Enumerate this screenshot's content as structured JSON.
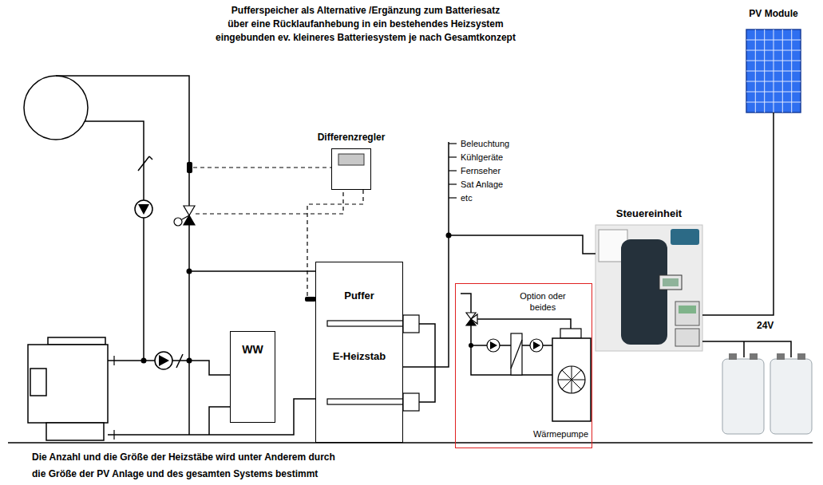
{
  "diagram": {
    "title": "Pufferspeicher als Alternative /Ergänzung zum Batteriesatz über eine Rücklaufanhebung in ein bestehendes Heizsystem eingebunden ev. kleineres Batteriesystem je nach Gesamtkonzept",
    "caption": "Die Anzahl und die Größe der Heizstäbe wird unter Anderem durch die Größe der PV Anlage und des gesamten Systems bestimmt",
    "nodes": [
      {
        "text": [
          "PV Module"
        ]
      },
      {
        "text": [
          "Differenzregler"
        ]
      },
      {
        "text": [
          "Steuereinheit"
        ]
      },
      {
        "text": [
          "Puffer",
          "E-Heizstab"
        ]
      },
      {
        "text": [
          "WW"
        ]
      },
      {
        "text": [
          "Option oder beides",
          "Wärmepumpe"
        ]
      }
    ],
    "edges": [
      {
        "from": 0,
        "to": 2,
        "arrow": "none"
      },
      {
        "from": 2,
        "to": 3,
        "arrow": "none"
      },
      {
        "from": 1,
        "to": 3,
        "arrow": "none"
      }
    ],
    "labels": [
      "Beleuchtung",
      "Kühlgeräte",
      "Fernseher",
      "Sat Anlage",
      "etc",
      "24V"
    ]
  }
}
